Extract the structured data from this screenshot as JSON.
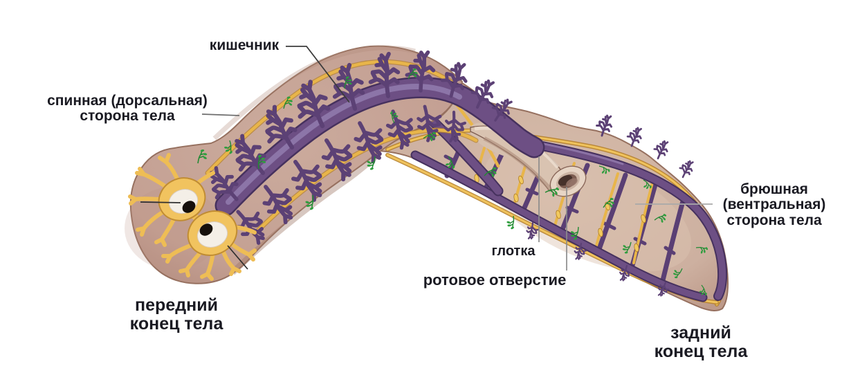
{
  "labels": {
    "intestine": "кишечник",
    "dorsal_side": "спинная (дорсальная)\nсторона тела",
    "ventral_side": "брюшная\n(вентральная)\nсторона тела",
    "pharynx": "глотка",
    "mouth_opening": "ротовое отверстие",
    "anterior_end": "передний\nконец тела",
    "posterior_end": "задний\nконец тела"
  },
  "colors": {
    "background": "#ffffff",
    "body_fill": "#c4a093",
    "body_edge": "#96705f",
    "ventral_surface": "#cdb0a0",
    "intestine_purple": "#6d4f84",
    "intestine_outline": "#46315e",
    "nerve_yellow": "#e8b54a",
    "nerve_yellow_dark": "#b5802a",
    "green_structures": "#2f9e3e",
    "pharynx_tube": "#d9c3b1",
    "ganglion_yellow": "#f1c35f",
    "eye_white": "#f4efe7",
    "eye_pupil": "#16100b",
    "label_text": "#1a1a22",
    "leader_gray": "#8c8c8c",
    "leader_dark": "#3c3c3c"
  }
}
